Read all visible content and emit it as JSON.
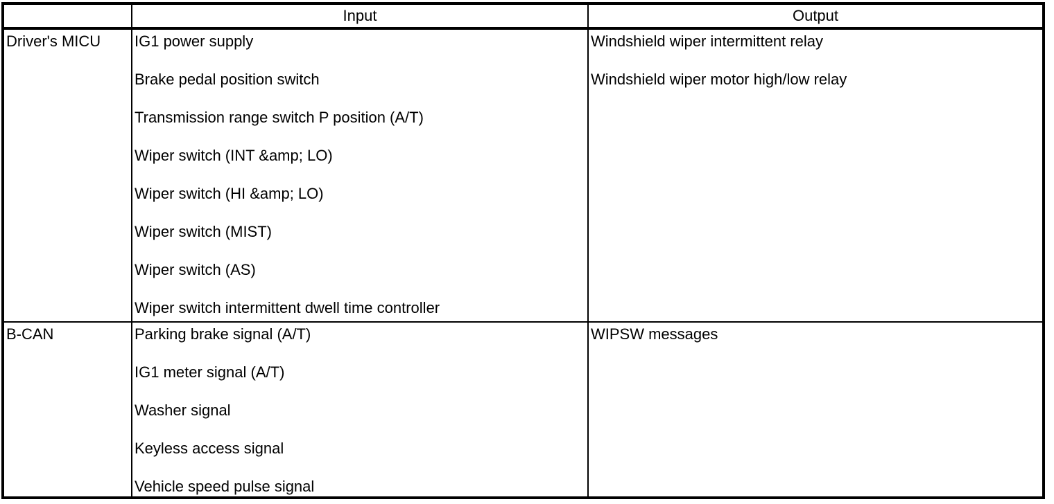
{
  "table": {
    "columns": {
      "source": "",
      "input": "Input",
      "output": "Output"
    },
    "rows": [
      {
        "source": "Driver's MICU",
        "inputs": [
          "IG1 power supply",
          "Brake pedal position switch",
          "Transmission range switch P position (A/T)",
          "Wiper switch (INT &amp; LO)",
          "Wiper switch (HI &amp; LO)",
          "Wiper switch (MIST)",
          "Wiper switch (AS)",
          "Wiper switch intermittent dwell time controller"
        ],
        "outputs": [
          "Windshield wiper intermittent relay",
          "Windshield wiper motor high/low relay"
        ]
      },
      {
        "source": "B-CAN",
        "inputs": [
          "Parking brake signal (A/T)",
          "IG1 meter signal (A/T)",
          "Washer signal",
          "Keyless access signal",
          "Vehicle speed pulse signal"
        ],
        "outputs": [
          "WIPSW messages"
        ]
      }
    ]
  },
  "colors": {
    "border": "#000000",
    "text": "#000000",
    "background": "#ffffff"
  }
}
